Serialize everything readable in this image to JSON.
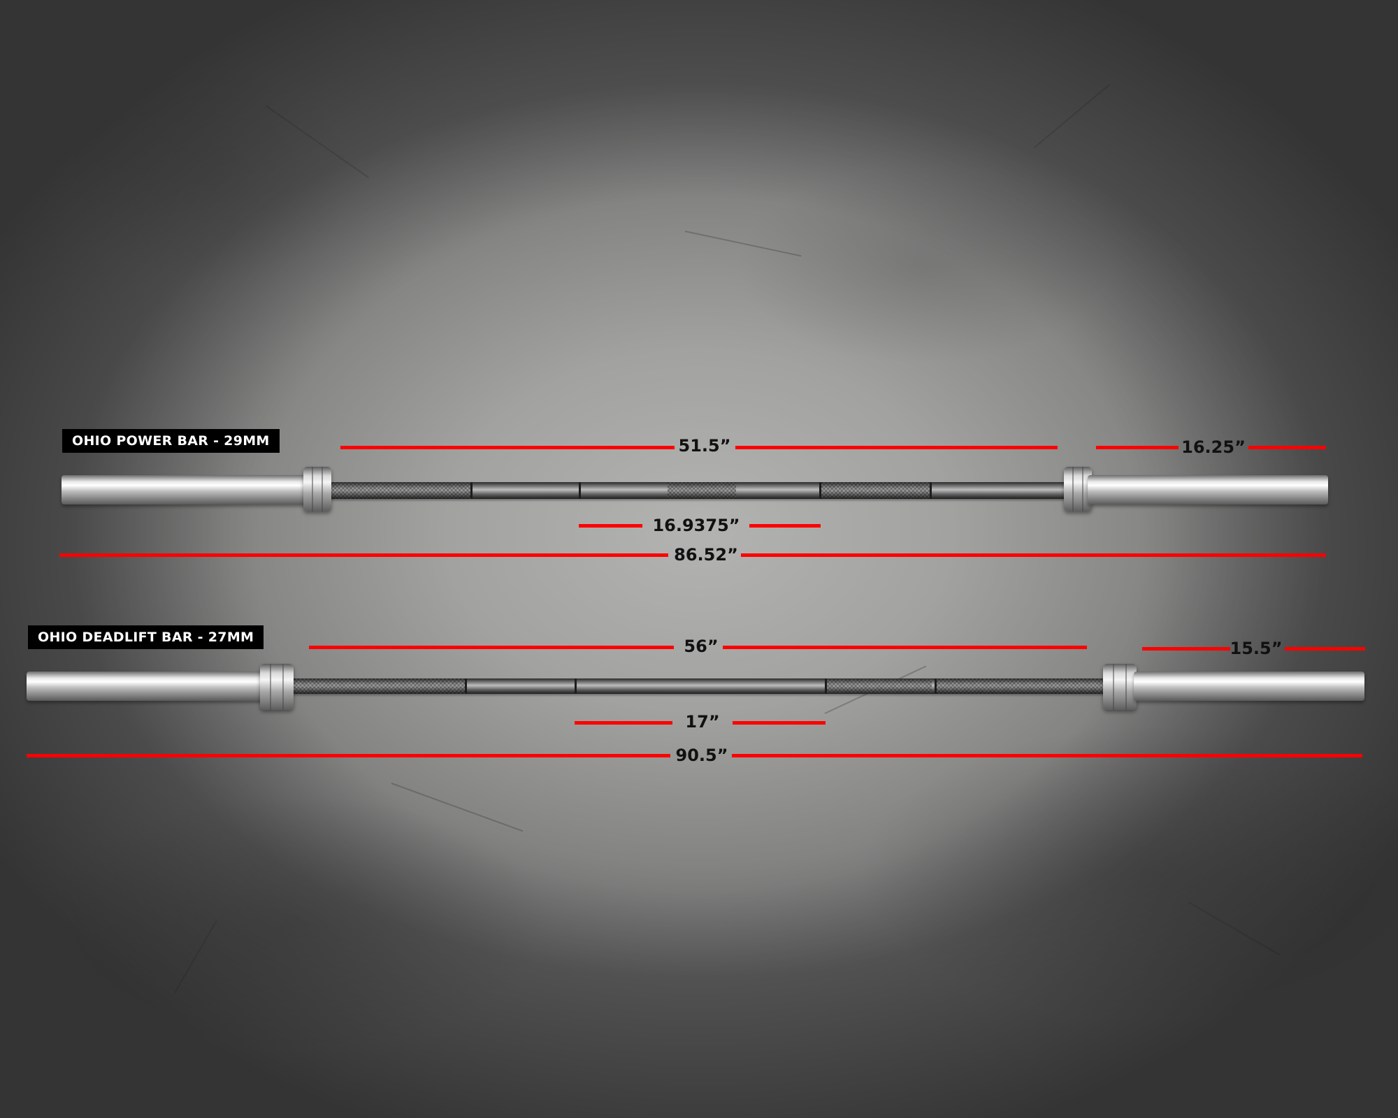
{
  "bars": [
    {
      "name": "OHIO POWER BAR - 29MM",
      "measurements": {
        "inner_grip_span": "51.5”",
        "sleeve_length": "16.25”",
        "center_knurl": "16.9375”",
        "overall_length": "86.52”"
      }
    },
    {
      "name": "OHIO DEADLIFT BAR - 27MM",
      "measurements": {
        "inner_grip_span": "56”",
        "sleeve_length": "15.5”",
        "center_knurl": "17”",
        "overall_length": "90.5”"
      }
    }
  ],
  "colors": {
    "dimension_line": "#ff0000",
    "label_background": "#000000",
    "label_text": "#ffffff"
  }
}
